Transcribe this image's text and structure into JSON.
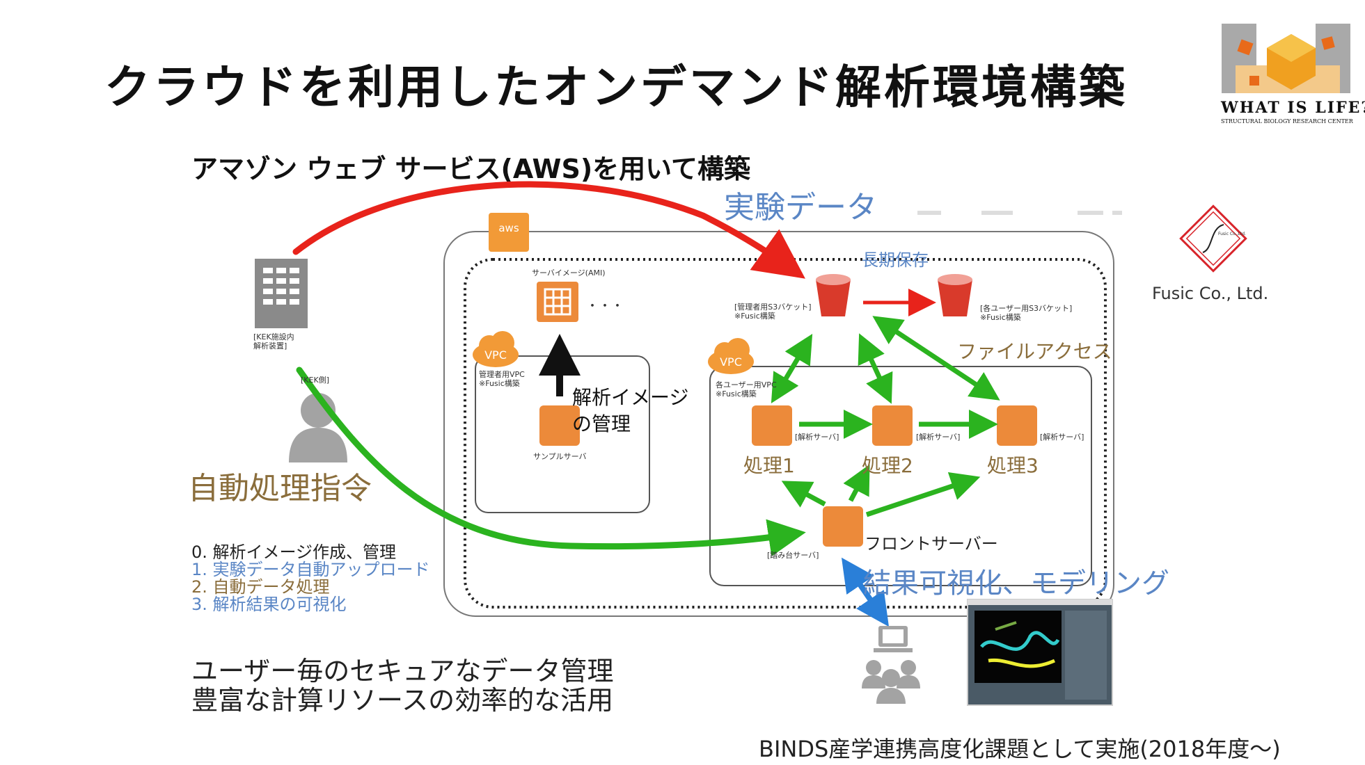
{
  "title": "クラウドを利用したオンデマンド解析環境構築",
  "subtitle": "アマゾン ウェブ サービス(AWS)を用いて構築",
  "logo": {
    "text": "WHAT IS LIFE?",
    "sub": "STRUCTURAL BIOLOGY RESEARCH CENTER"
  },
  "fusic": {
    "name": "Fusic Co., Ltd.",
    "mark_text": "Fusic Co.,Ltd."
  },
  "labels": {
    "experiment_data": "実験データ",
    "long_term_storage": "長期保存",
    "file_access": "ファイルアクセス",
    "auto_command": "自動処理指令",
    "analysis_image_mgmt_1": "解析イメージ",
    "analysis_image_mgmt_2": "の管理",
    "proc1": "処理1",
    "proc2": "処理2",
    "proc3": "処理3",
    "front_server": "フロントサーバー",
    "visualization": "結果可視化、モデリング"
  },
  "tiny": {
    "aws": "aws",
    "kek_device_1": "[KEK施設内",
    "kek_device_2": "解析装置]",
    "kek_user": "[KEK側]",
    "server_image": "サーバイメージ(AMI)",
    "ellipsis": "・・・",
    "vpc": "VPC",
    "admin_vpc_1": "管理者用VPC",
    "admin_vpc_2": "※Fusic構築",
    "sample_server": "サンプルサーバ",
    "admin_s3_1": "[管理者用S3バケット]",
    "admin_s3_2": "※Fusic構築",
    "user_s3_1": "[各ユーザー用S3バケット]",
    "user_s3_2": "※Fusic構築",
    "user_vpc_1": "各ユーザー用VPC",
    "user_vpc_2": "※Fusic構築",
    "analysis_server": "[解析サーバ]",
    "frontend_server": "[踏み台サーバ]"
  },
  "steps": [
    "0.  解析イメージ作成、管理",
    "1.    実験データ自動アップロード",
    "2.    自動データ処理",
    "3.    解析結果の可視化"
  ],
  "bottom": [
    "ユーザー毎のセキュアなデータ管理",
    "豊富な計算リソースの効率的な活用"
  ],
  "footer": "BINDS産学連携高度化課題として実施(2018年度〜)",
  "colors": {
    "orange": "#ec8a3a",
    "red": "#e8231b",
    "green": "#2bb31f",
    "blue": "#2a7fd8",
    "bucket": "#d93a2b"
  }
}
